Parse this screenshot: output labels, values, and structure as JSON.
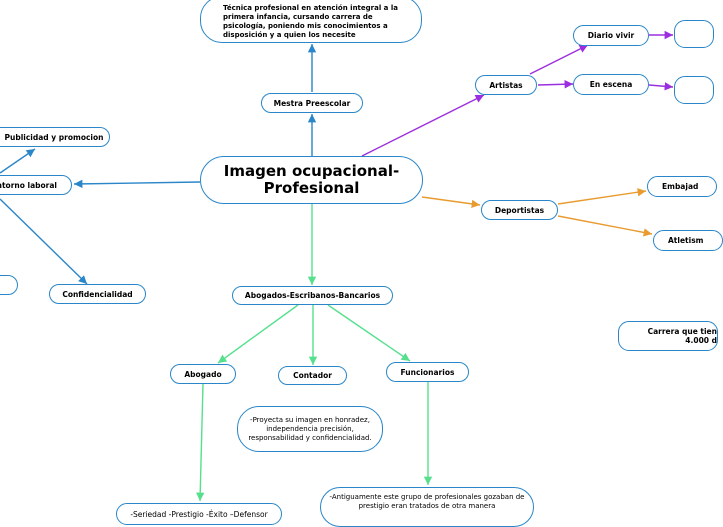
{
  "colors": {
    "node_border": "#2a86c8",
    "blue_links": "#2a86c8",
    "purple_links": "#9b2ee0",
    "orange_links": "#e89b2f",
    "green_links": "#56e08e"
  },
  "nodes": {
    "center": "Imagen ocupacional-\nProfesional",
    "maestra": "Mestra Preescolar",
    "tecnica": "Técnica profesional en atención integral a la primera infancia, cursando carrera de psicología, poniendo mis conocimientos a disposición y a quien los necesite",
    "artistas": "Artistas",
    "diario": "Diario vivir",
    "escena": "En escena",
    "deportistas": "Deportistas",
    "embajada": "Embajad",
    "atletismo": "Atletism",
    "carrera": "Carrera que tien\n4.000 d",
    "publicidad": "Publicidad y promocion",
    "entorno": "ntorno laboral",
    "confidencialidad": "Confidencialidad",
    "abogados_esc": "Abogados-Escribanos-Bancarios",
    "abogado": "Abogado",
    "contador": "Contador",
    "funcionarios": "Funcionarios",
    "proyecta": "-Proyecta su imagen en honradez, independencia precisión, responsabilidad y confidencialidad.",
    "seriedad": "-Seriedad -Prestigio  -Éxito –Defensor",
    "antiguamente": "-Antiguamente este grupo de profesionales gozaban de prestigio eran tratados de otra manera"
  }
}
